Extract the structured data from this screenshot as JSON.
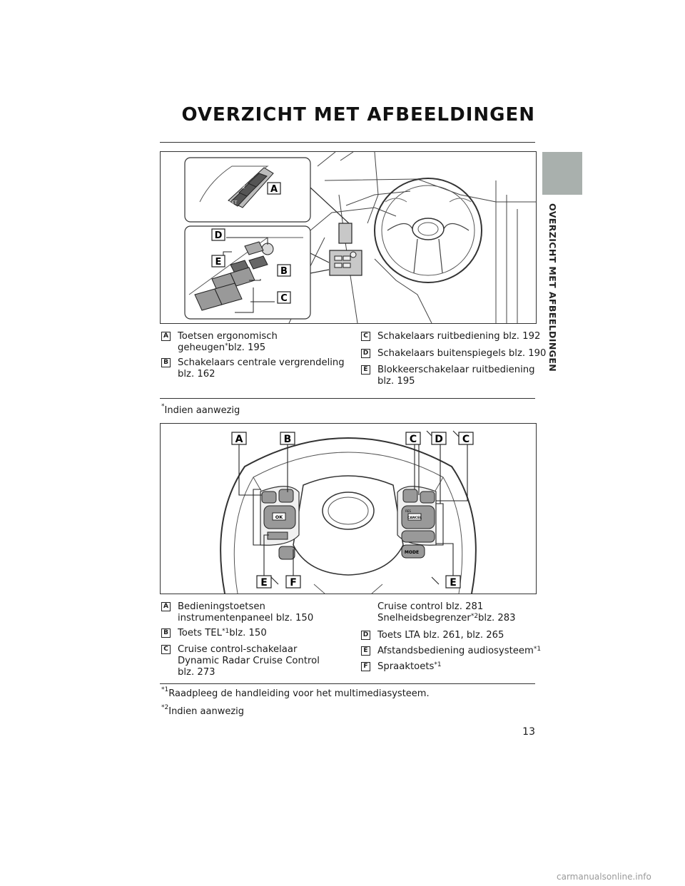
{
  "header": {
    "title": "OVERZICHT MET AFBEELDINGEN"
  },
  "sidebar": {
    "label": "OVERZICHT MET AFBEELDINGEN"
  },
  "figure1": {
    "callouts": [
      "A",
      "D",
      "E",
      "B",
      "C"
    ],
    "switch_labels": {
      "mem1": "1",
      "mem2": "2",
      "set": "SET"
    }
  },
  "list1": {
    "left": [
      {
        "letter": "A",
        "lines": [
          "Toetsen ergonomisch",
          "geheugen"
        ],
        "sup": "*",
        "after": "blz. 195"
      },
      {
        "letter": "B",
        "lines": [
          "Schakelaars centrale vergrendeling",
          "blz. 162"
        ]
      }
    ],
    "right": [
      {
        "letter": "C",
        "lines": [
          "Schakelaars ruitbediening blz. 192"
        ]
      },
      {
        "letter": "D",
        "lines": [
          "Schakelaars buitenspiegels blz. 190"
        ]
      },
      {
        "letter": "E",
        "lines": [
          "Blokkeerschakelaar ruitbediening",
          "blz. 195"
        ]
      }
    ]
  },
  "note1": {
    "sup": "*",
    "text": "Indien aanwezig"
  },
  "figure2": {
    "callouts_top": [
      "A",
      "B",
      "C",
      "D",
      "C"
    ],
    "callouts_bottom": [
      "E",
      "F",
      "E"
    ],
    "button_labels": {
      "ok": "OK",
      "mode": "MODE",
      "cancel": "CANCEL",
      "res": "RES"
    }
  },
  "list2": {
    "left": [
      {
        "letter": "A",
        "lines": [
          "Bedieningstoetsen",
          "instrumentenpaneel blz. 150"
        ]
      },
      {
        "letter": "B",
        "lines": [
          "Toets TEL"
        ],
        "sup": "*1",
        "after": "blz. 150"
      },
      {
        "letter": "C",
        "lines": [
          "Cruise control-schakelaar",
          "Dynamic Radar Cruise Control",
          "blz. 273"
        ]
      }
    ],
    "right": [
      {
        "letter": "",
        "lines": [
          "Cruise control blz. 281",
          "Snelheidsbegrenzer"
        ],
        "sup": "*2",
        "after": "blz. 283"
      },
      {
        "letter": "D",
        "lines": [
          "Toets LTA blz. 261, blz. 265"
        ]
      },
      {
        "letter": "E",
        "lines": [
          "Afstandsbediening audiosysteem"
        ],
        "sup": "*1",
        "after": ""
      },
      {
        "letter": "F",
        "lines": [
          "Spraaktoets"
        ],
        "sup": "*1",
        "after": ""
      }
    ]
  },
  "notes2": [
    {
      "sup": "*1",
      "text": "Raadpleeg de handleiding voor het multimediasysteem."
    },
    {
      "sup": "*2",
      "text": "Indien aanwezig"
    }
  ],
  "page_number": "13",
  "watermark": "carmanualsonline.info"
}
